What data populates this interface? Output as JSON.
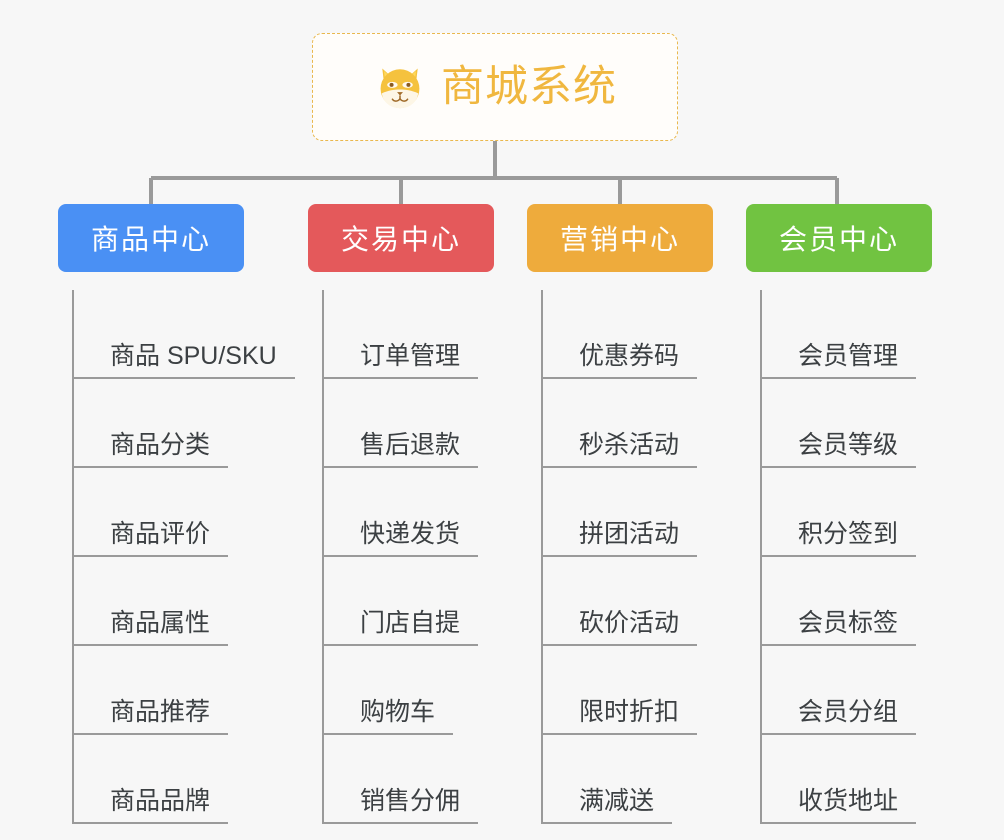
{
  "page": {
    "background": "#f7f7f7",
    "line_color": "#9a9a9a"
  },
  "root": {
    "title": "商城系统",
    "icon": "shiba-dog-face-icon",
    "text_color": "#f0b73f",
    "border_color": "#e9b84e"
  },
  "branches": [
    {
      "id": "product-center",
      "label": "商品中心",
      "color": "#4a90f4",
      "items": [
        {
          "label": "商品 SPU/SKU"
        },
        {
          "label": "商品分类"
        },
        {
          "label": "商品评价"
        },
        {
          "label": "商品属性"
        },
        {
          "label": "商品推荐"
        },
        {
          "label": "商品品牌"
        }
      ]
    },
    {
      "id": "trade-center",
      "label": "交易中心",
      "color": "#e4595b",
      "items": [
        {
          "label": "订单管理"
        },
        {
          "label": "售后退款"
        },
        {
          "label": "快递发货"
        },
        {
          "label": "门店自提"
        },
        {
          "label": "购物车"
        },
        {
          "label": "销售分佣"
        }
      ]
    },
    {
      "id": "marketing-center",
      "label": "营销中心",
      "color": "#eeab3c",
      "items": [
        {
          "label": "优惠券码"
        },
        {
          "label": "秒杀活动"
        },
        {
          "label": "拼团活动"
        },
        {
          "label": "砍价活动"
        },
        {
          "label": "限时折扣"
        },
        {
          "label": "满减送"
        }
      ]
    },
    {
      "id": "member-center",
      "label": "会员中心",
      "color": "#71c341",
      "items": [
        {
          "label": "会员管理"
        },
        {
          "label": "会员等级"
        },
        {
          "label": "积分签到"
        },
        {
          "label": "会员标签"
        },
        {
          "label": "会员分组"
        },
        {
          "label": "收货地址"
        }
      ]
    }
  ]
}
